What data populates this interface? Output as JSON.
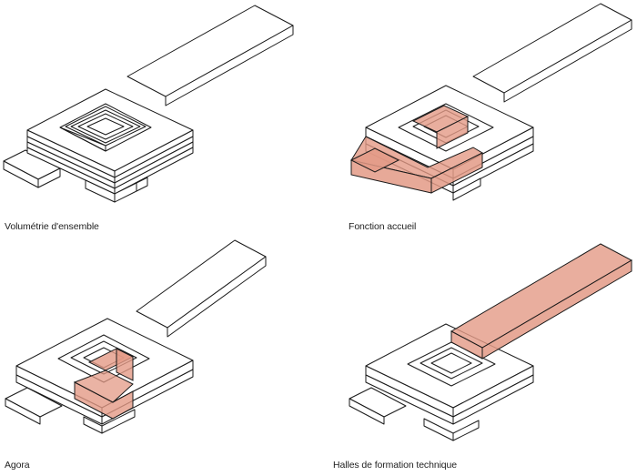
{
  "panels": [
    {
      "id": "volumetrie",
      "caption": "Volumétrie d'ensemble",
      "highlight": "none"
    },
    {
      "id": "accueil",
      "caption": "Fonction accueil",
      "highlight": "accueil"
    },
    {
      "id": "agora",
      "caption": "Agora",
      "highlight": "agora"
    },
    {
      "id": "halles",
      "caption": "Halles de formation technique",
      "highlight": "halles"
    }
  ],
  "colors": {
    "highlight": "#e39a86",
    "stroke": "#1a1a1a",
    "background": "#ffffff"
  }
}
